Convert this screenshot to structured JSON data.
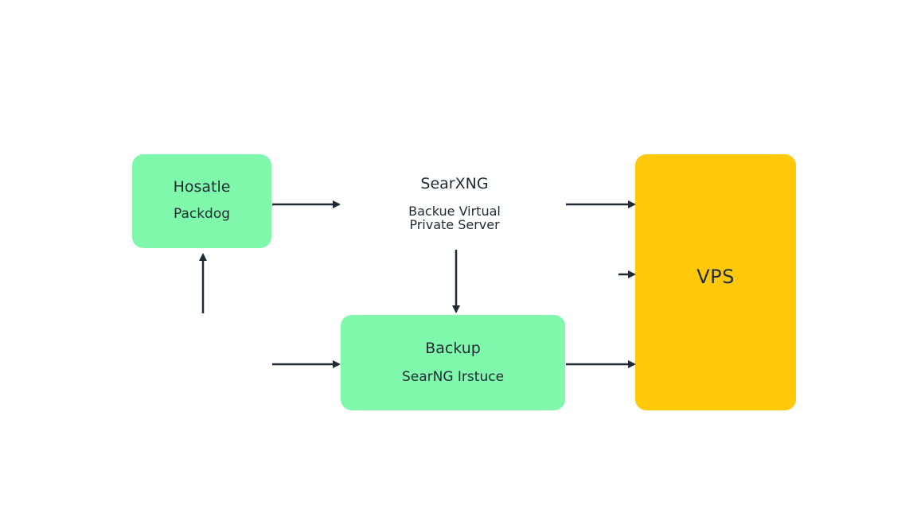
{
  "nodes": {
    "hosatle": {
      "title": "Hosatle",
      "subtitle": "Packdog",
      "color": "#80f8ac"
    },
    "searxng": {
      "title": "SearXNG",
      "subtitle_line1": "Backue Virtual",
      "subtitle_line2": "Private Server"
    },
    "backup": {
      "title": "Backup",
      "subtitle": "SearNG Irstuce",
      "color": "#80f8ac"
    },
    "vps": {
      "title": "VPS",
      "color": "#ffc90a"
    }
  },
  "colors": {
    "arrow": "#1f2a33",
    "background": "#ffffff"
  }
}
